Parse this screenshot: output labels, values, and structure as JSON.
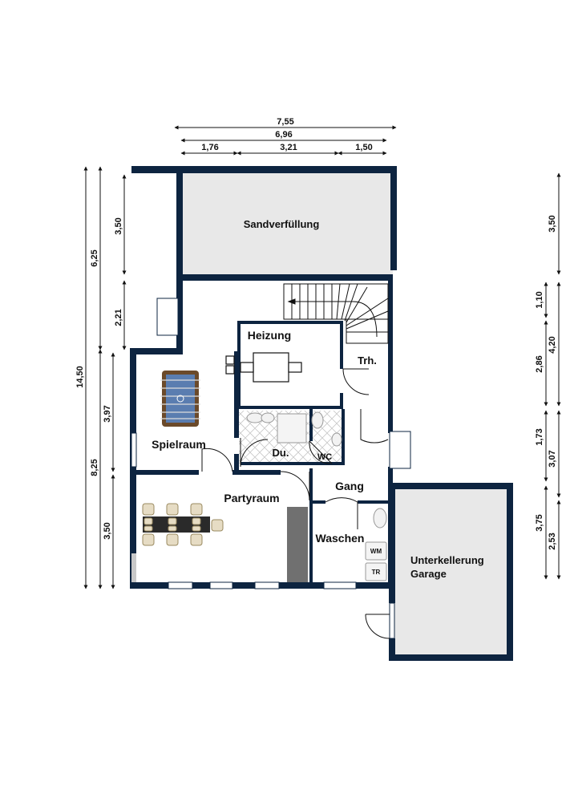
{
  "colors": {
    "wall": "#0d2440",
    "floor": "#e8e8e8",
    "line": "#111111",
    "tile": "#cccccc",
    "counter": "#707070",
    "table": "#2a2a2a",
    "chair": "#e6dcc4"
  },
  "rooms": {
    "sandverfuellung": "Sandverfüllung",
    "heizung": "Heizung",
    "treppenhaus": "Trh.",
    "spielraum": "Spielraum",
    "dusche": "Du.",
    "wc": "WC",
    "gang": "Gang",
    "partyraum": "Partyraum",
    "waschen": "Waschen",
    "garage_line1": "Unterkellerung",
    "garage_line2": "Garage"
  },
  "appliances": {
    "washing_machine": "WM",
    "dryer": "TR"
  },
  "dimensions": {
    "top": {
      "overall": "7,55",
      "inner": "6,96",
      "seg1": "1,76",
      "seg2": "3,21",
      "seg3": "1,50"
    },
    "left": {
      "total": "14,50",
      "upper": "6,25",
      "lower": "8,25",
      "seg_a": "3,50",
      "seg_b": "2,21",
      "seg_c": "3,97",
      "seg_d": "3,50"
    },
    "right": {
      "seg_a": "3,50",
      "seg_b": "1,10",
      "seg_c": "4,20",
      "seg_d": "2,86",
      "seg_e": "1,73",
      "seg_f": "3,07",
      "seg_g": "3,75",
      "seg_h": "2,53"
    }
  }
}
